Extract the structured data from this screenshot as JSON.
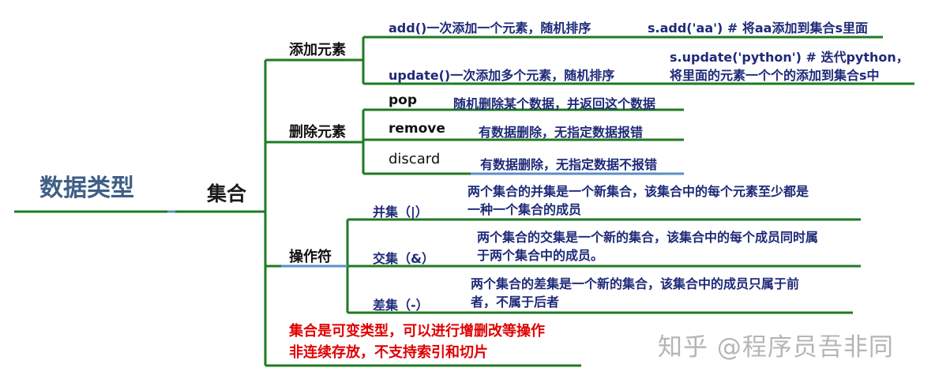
{
  "root": "数据类型",
  "set": "集合",
  "categories": [
    {
      "label": "添加元素",
      "items": [
        {
          "name": "add()一次添加一个元素，随机排序",
          "desc": [
            "s.add('aa') # 将aa添加到集合s里面"
          ]
        },
        {
          "name": "update()一次添加多个元素，随机排序",
          "desc": [
            "s.update('python') # 迭代python，",
            "将里面的元素一个个的添加到集合s中"
          ]
        }
      ]
    },
    {
      "label": "删除元素",
      "items": [
        {
          "name": "pop",
          "desc": [
            "随机删除某个数据，并返回这个数据"
          ]
        },
        {
          "name": "remove",
          "desc": [
            "有数据删除，无指定数据报错"
          ]
        },
        {
          "name": "discard",
          "desc": [
            "有数据删除，无指定数据不报错"
          ]
        }
      ]
    },
    {
      "label": "操作符",
      "items": [
        {
          "name": "并集（|）",
          "desc": [
            "两个集合的并集是一个新集合，该集合中的每个元素至少都是",
            "一种一个集合的成员"
          ]
        },
        {
          "name": "交集（&）",
          "desc": [
            "两个集合的交集是一个新的集合，该集合中的每个成员同时属",
            "于两个集合中的成员。"
          ]
        },
        {
          "name": "差集（-）",
          "desc": [
            "两个集合的差集是一个新的集合，该集合中的成员只属于前",
            "者，不属于后者"
          ]
        }
      ]
    }
  ],
  "notes": [
    "集合是可变类型，可以进行增删改等操作",
    "非连续存放，不支持索引和切片"
  ],
  "watermark": "知乎 @程序员吾非同",
  "colors": {
    "green": "#1f7a22",
    "blue": "#5b8fc9",
    "root_text": "#3e5f86",
    "leaf_text": "#1e2a78",
    "note_text": "#e00000"
  }
}
